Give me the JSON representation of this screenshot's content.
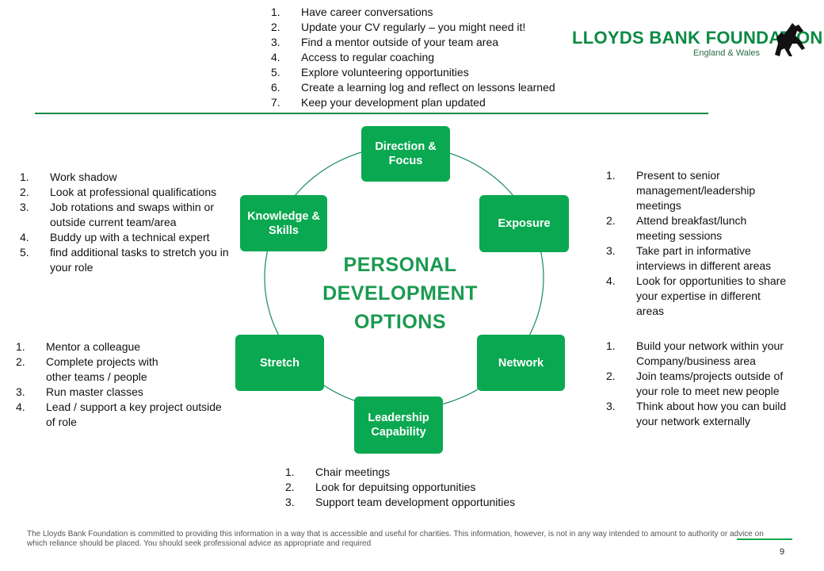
{
  "logo": {
    "main_text": "LLOYDS BANK FOUNDATION",
    "sub_text": "England & Wales"
  },
  "center_title": [
    "PERSONAL",
    "DEVELOPMENT",
    "OPTIONS"
  ],
  "cycle_nodes": {
    "direction": "Direction & Focus",
    "exposure": "Exposure",
    "network": "Network",
    "leadership": "Leadership Capability",
    "stretch": "Stretch",
    "knowledge": "Knowledge & Skills"
  },
  "lists": {
    "top": [
      {
        "num": "1.",
        "text": "Have career conversations"
      },
      {
        "num": "2.",
        "text": "Update your CV regularly – you might need it!"
      },
      {
        "num": "3.",
        "text": "Find a mentor outside of your team area"
      },
      {
        "num": "4.",
        "text": "Access to regular coaching"
      },
      {
        "num": "5.",
        "text": "Explore volunteering opportunities"
      },
      {
        "num": "6.",
        "text": "Create a learning log and reflect on lessons learned"
      },
      {
        "num": "7.",
        "text": "Keep your development plan updated"
      }
    ],
    "knowledge": [
      {
        "num": "1.",
        "text": "Work shadow"
      },
      {
        "num": "2.",
        "text": "Look at professional qualifications"
      },
      {
        "num": "3.",
        "text": "Job rotations and swaps within or outside current team/area"
      },
      {
        "num": "4.",
        "text": "Buddy up with a technical expert"
      },
      {
        "num": "5.",
        "text": "find additional tasks to stretch you in your role"
      }
    ],
    "exposure": [
      {
        "num": "1.",
        "text": "Present to senior management/leadership meetings"
      },
      {
        "num": "2.",
        "text": "Attend breakfast/lunch meeting sessions"
      },
      {
        "num": "3.",
        "text": "Take part in informative interviews in different areas"
      },
      {
        "num": "4.",
        "text": "Look for opportunities to share your expertise in different areas"
      }
    ],
    "stretch": [
      {
        "num": "1.",
        "text": "Mentor a colleague"
      },
      {
        "num": "2.",
        "text": "Complete projects with other teams / people"
      },
      {
        "num": "3.",
        "text": "Run master classes"
      },
      {
        "num": "4.",
        "text": "Lead / support a key project outside of role"
      }
    ],
    "network": [
      {
        "num": "1.",
        "text": "Build your network within your Company/business area"
      },
      {
        "num": "2.",
        "text": "Join teams/projects outside of your role to meet new people"
      },
      {
        "num": "3.",
        "text": "Think about how you can build your network externally"
      }
    ],
    "leadership": [
      {
        "num": "1.",
        "text": "Chair meetings"
      },
      {
        "num": "2.",
        "text": "Look for depuitsing opportunities"
      },
      {
        "num": "3.",
        "text": "Support team development opportunities"
      }
    ]
  },
  "footer": {
    "disclaimer": "The Lloyds Bank Foundation is committed to providing this information in a way that is accessible and useful for charities. This information, however, is not in any way intended to amount to authority or advice on which reliance should be placed. You should seek professional advice as appropriate and required",
    "page_number": "9"
  },
  "colors": {
    "accent": "#0aa850",
    "title": "#1a9a50",
    "ring": "#1a8a60"
  }
}
